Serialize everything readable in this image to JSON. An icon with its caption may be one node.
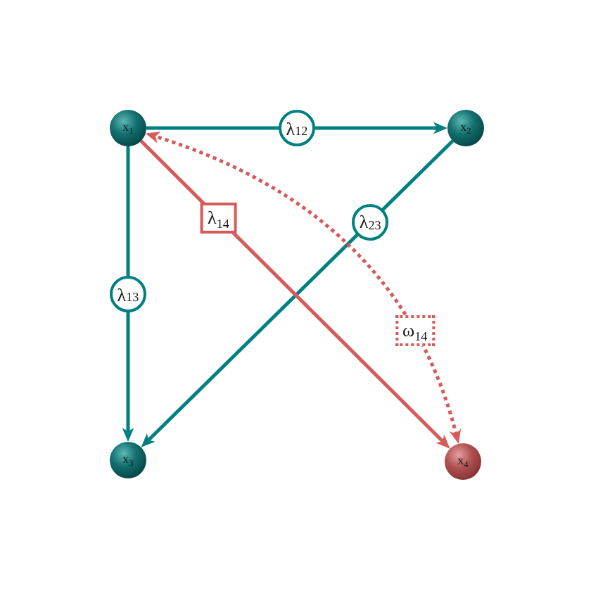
{
  "diagram": {
    "nodes": [
      {
        "text": [
          "x$_{1}$"
        ]
      },
      {
        "text": [
          "x$_{2}$"
        ]
      },
      {
        "text": [
          "x$_{3}$"
        ]
      },
      {
        "text": [
          "x$_{4}$"
        ]
      }
    ],
    "edges": [
      {
        "from": 0,
        "to": 1,
        "arrow": "to",
        "label": "λ$_{12}$"
      },
      {
        "from": 0,
        "to": 2,
        "arrow": "to",
        "label": "λ$_{13}$"
      },
      {
        "from": 1,
        "to": 2,
        "arrow": "to",
        "label": "λ$_{23}$"
      },
      {
        "from": 0,
        "to": 3,
        "arrow": "to",
        "label": "λ$_{14}$",
        "color": "#d65a5a"
      },
      {
        "from": 0,
        "to": 3,
        "arrow": "both",
        "label": "ω$_{14}$",
        "style": "dashed",
        "color": "#d65a5a"
      }
    ]
  }
}
